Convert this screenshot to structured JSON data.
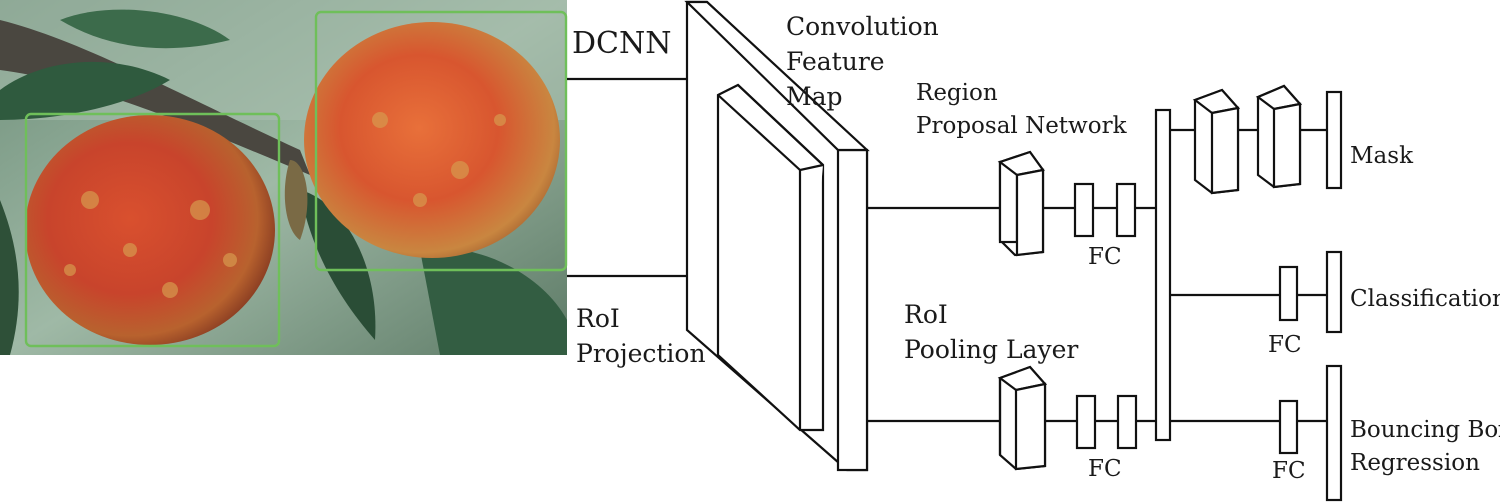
{
  "labels": {
    "dcnn": "DCNN",
    "conv_line1": "Convolution",
    "conv_line2": "Feature",
    "conv_line3": "Map",
    "rpn_line1": "Region",
    "rpn_line2": "Proposal Network",
    "roi_proj_line1": "RoI",
    "roi_proj_line2": "Projection",
    "roi_pool_line1": "RoI",
    "roi_pool_line2": "Pooling Layer",
    "fc_rpn": "FC",
    "fc_roi": "FC",
    "fc_cls": "FC",
    "fc_bbox": "FC",
    "mask": "Mask",
    "classification": "Classification",
    "bbox_line1": "Bouncing Box",
    "bbox_line2": "Regression"
  },
  "photo": {
    "subject": "two peaches on a branch with leaves",
    "detection_box_color": "#6fbf5a",
    "detection_boxes": 2
  }
}
